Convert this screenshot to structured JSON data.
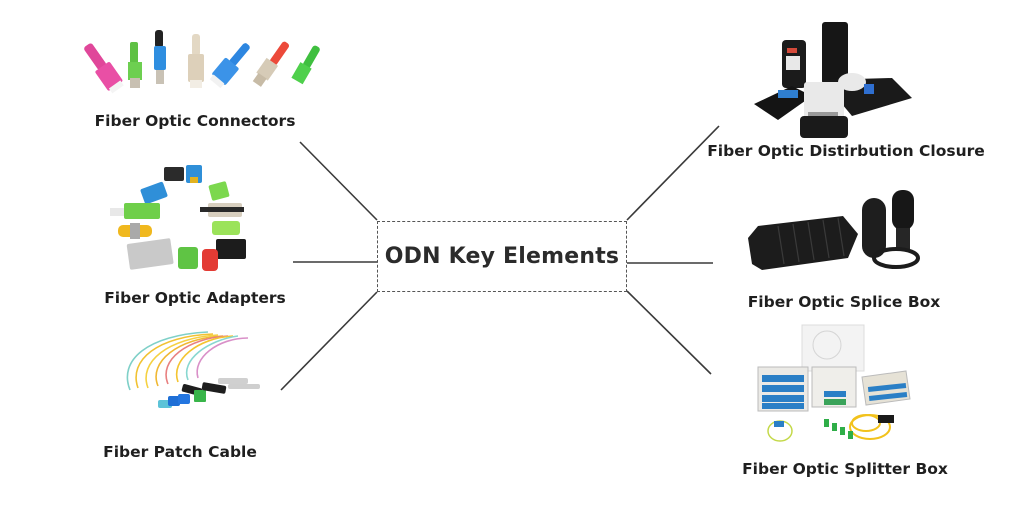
{
  "diagram": {
    "title": "ODN Key Elements",
    "line_color": "#3a3a3a",
    "box_border_color": "#555555",
    "left_nodes": [
      {
        "label": "Fiber Optic Connectors",
        "icon": "fiber-connectors-image"
      },
      {
        "label": "Fiber Optic Adapters",
        "icon": "fiber-adapters-image"
      },
      {
        "label": "Fiber Patch Cable",
        "icon": "patch-cable-image"
      }
    ],
    "right_nodes": [
      {
        "label": "Fiber Optic Distirbution Closure",
        "icon": "distribution-closure-image"
      },
      {
        "label": "Fiber Optic Splice Box",
        "icon": "splice-box-image"
      },
      {
        "label": "Fiber Optic Splitter Box",
        "icon": "splitter-box-image"
      }
    ]
  }
}
